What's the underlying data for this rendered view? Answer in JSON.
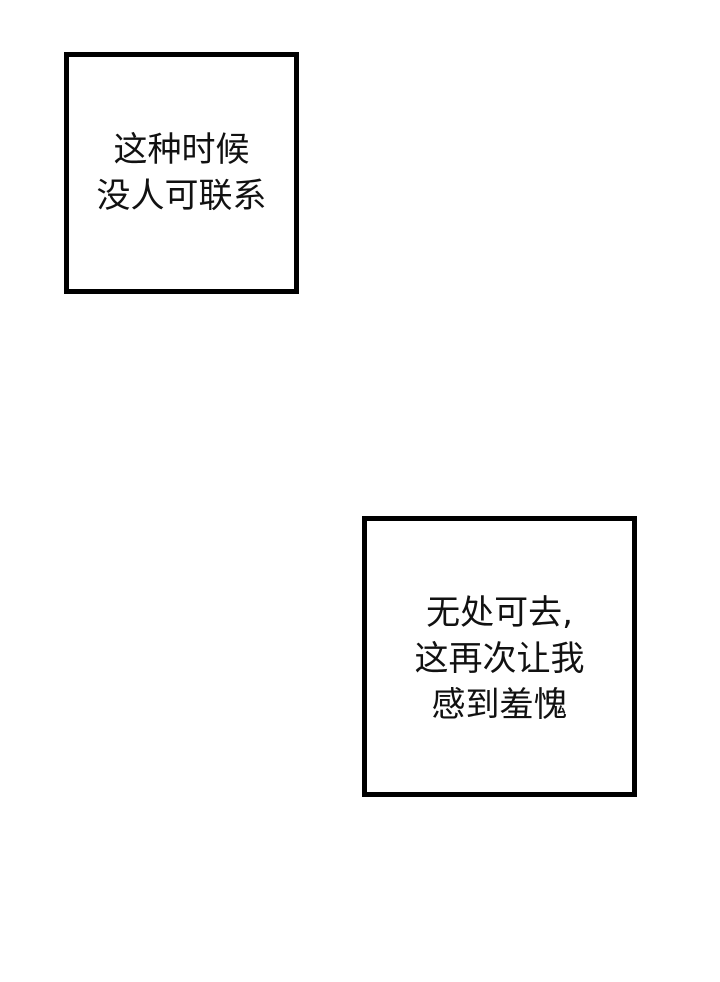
{
  "captions": [
    {
      "lines": [
        "这种时候",
        "没人可联系"
      ]
    },
    {
      "lines": [
        "无处可去,",
        "这再次让我",
        "感到羞愧"
      ]
    }
  ]
}
